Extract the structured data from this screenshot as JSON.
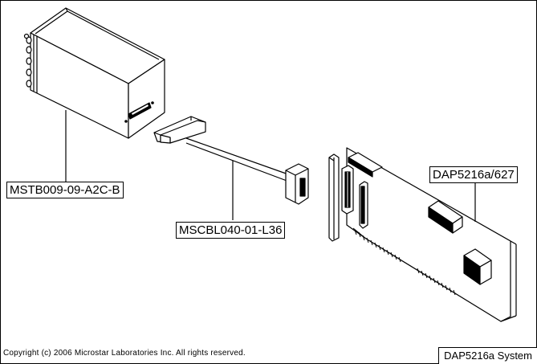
{
  "labels": {
    "terminal_box": "MSTB009-09-A2C-B",
    "cable": "MSCBL040-01-L36",
    "board": "DAP5216a/627"
  },
  "footer": {
    "copyright": "Copyright (c) 2006 Microstar Laboratories Inc.  All rights reserved.",
    "system_title": "DAP5216a System"
  }
}
